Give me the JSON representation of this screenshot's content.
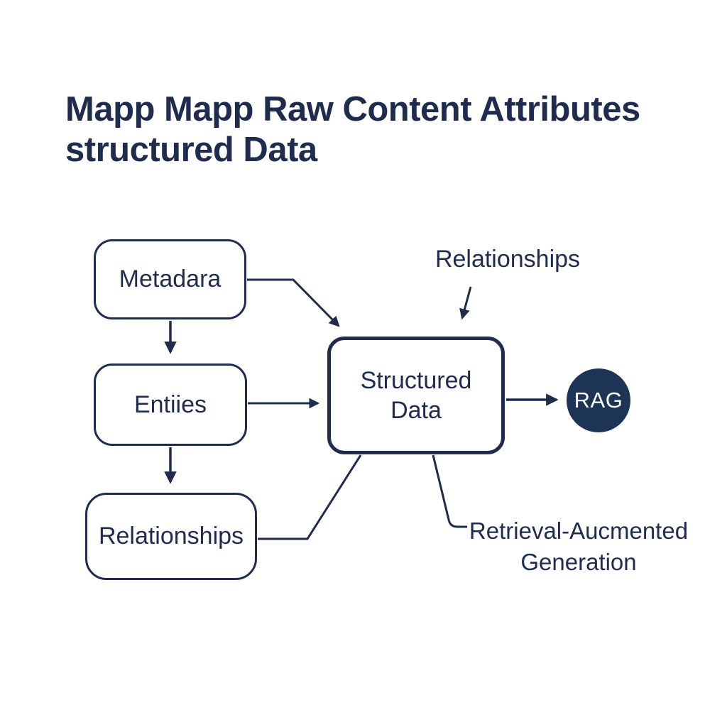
{
  "title": "Mapp Mapp Raw Content Attributes structured Data",
  "nodes": {
    "metadata": {
      "label": "Metadara"
    },
    "entities": {
      "label": "Entiies"
    },
    "relationships": {
      "label": "Relationships"
    },
    "structured": {
      "label": "Structured Data"
    },
    "rag": {
      "label": "RAG"
    }
  },
  "annotations": {
    "relationships_label": "Relationships",
    "rag_label_line1": "Retrieval-Aucmented",
    "rag_label_line2": "Generation"
  },
  "colors": {
    "ink": "#1f2c4e",
    "node_fill": "#ffffff",
    "rag_fill": "#1e3456",
    "background": "#ffffff"
  }
}
